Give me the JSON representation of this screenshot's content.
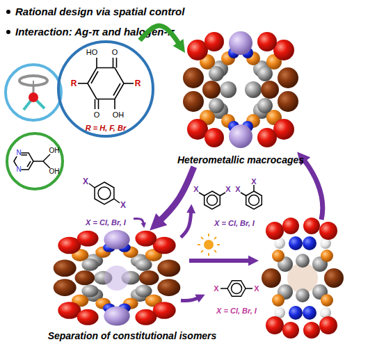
{
  "diagram": {
    "nodes": [
      {
        "text": [
          "HO",
          "O",
          "R",
          "R",
          "O",
          "OH",
          "R = H, F, Br"
        ]
      },
      {
        "text": [
          "N",
          "N",
          "OH",
          "OH"
        ]
      },
      {
        "text": [
          "Heterometallic macrocages"
        ]
      },
      {
        "text": [
          "X",
          "X",
          "X = Cl, Br, I"
        ]
      },
      {
        "text": [
          "Separation of constitutional isomers"
        ]
      },
      {
        "text": [
          "X",
          "X",
          "X",
          "X",
          "X = Cl, Br, I"
        ]
      },
      {
        "text": [
          "X",
          "X",
          "X = Cl, Br, I"
        ]
      }
    ],
    "edges": [
      {
        "from": 0,
        "to": 2,
        "arrow": "to"
      },
      {
        "from": 2,
        "to": 4,
        "arrow": "to"
      },
      {
        "from": 3,
        "to": 4,
        "arrow": "to"
      },
      {
        "from": 4,
        "to": 5,
        "arrow": "to"
      },
      {
        "from": 4,
        "to": 6,
        "arrow": "to"
      }
    ],
    "labels": [
      "Rational design via spatial control",
      "Interaction: Ag-π and halogen-π"
    ]
  }
}
